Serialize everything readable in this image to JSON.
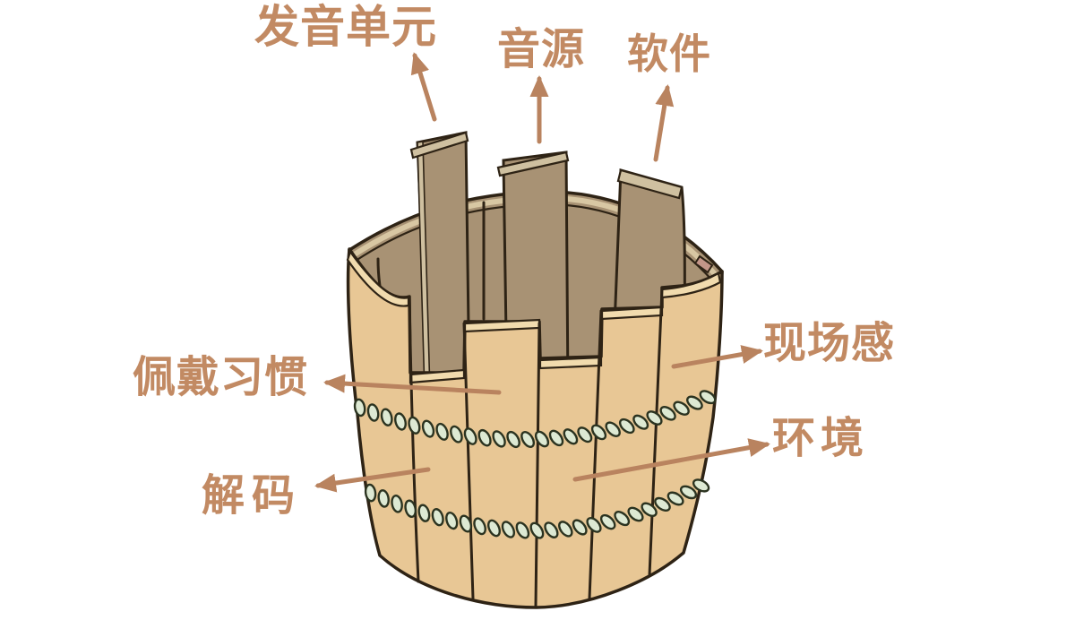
{
  "labels": {
    "driver": {
      "text": "发音单元"
    },
    "source": {
      "text": "音源"
    },
    "software": {
      "text": "软件"
    },
    "wearing": {
      "text": "佩戴习惯"
    },
    "presence": {
      "text": "现场感"
    },
    "decoding": {
      "text": "解码"
    },
    "environment": {
      "text": "环境"
    }
  },
  "colors": {
    "background": "#ffffff",
    "label_text": "#c28a63",
    "arrow": "#b9835f",
    "stave_light": "#e8c795",
    "stave_light_bevel": "#f1dbae",
    "wall_dark": "#a89274",
    "dark_bevel": "#cfc0a0",
    "rim_bevel": "#d8c7a3",
    "outline": "#2e2315",
    "rope_fill": "#dde9d3",
    "rope_outline": "#2b3320",
    "accent_pink": "#c39588"
  }
}
